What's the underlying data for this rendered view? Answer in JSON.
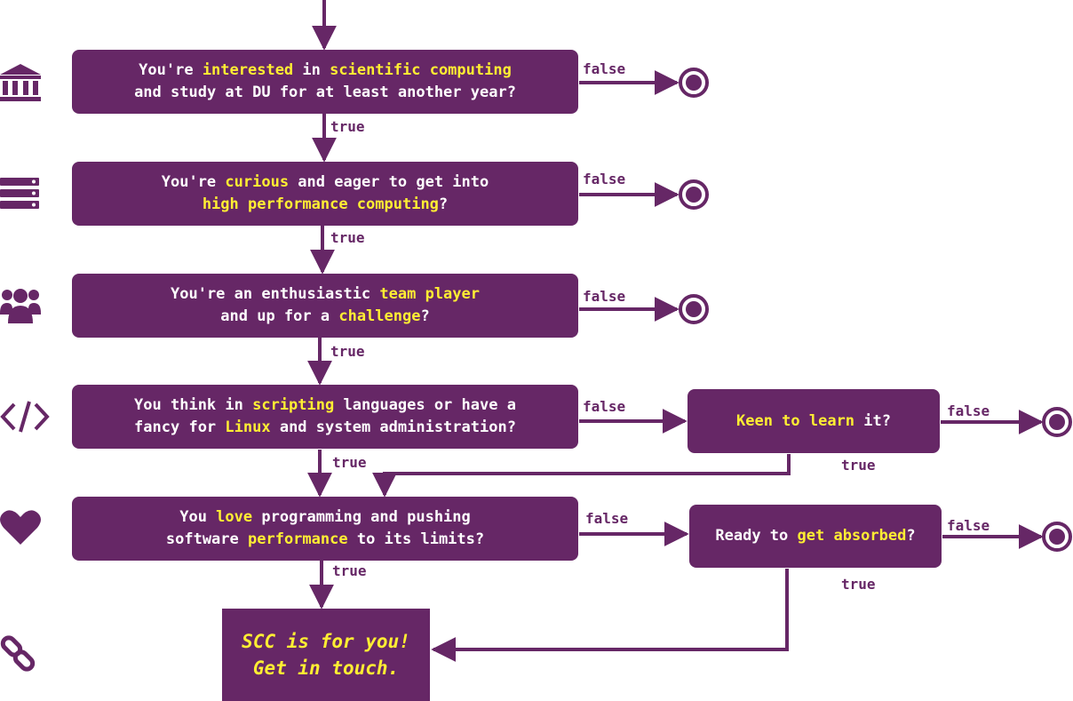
{
  "colors": {
    "node_fill": "#662766",
    "node_text": "#ffffff",
    "highlight": "#ffee33",
    "edge": "#662766"
  },
  "questions": [
    {
      "icon": "bank-icon",
      "lines": [
        [
          {
            "t": "You're "
          },
          {
            "t": "interested",
            "hl": true
          },
          {
            "t": " in "
          },
          {
            "t": "scientific computing",
            "hl": true
          }
        ],
        [
          {
            "t": "and study at DU for at least another year?"
          }
        ]
      ]
    },
    {
      "icon": "server-icon",
      "lines": [
        [
          {
            "t": "You're "
          },
          {
            "t": "curious",
            "hl": true
          },
          {
            "t": " and eager to get into"
          }
        ],
        [
          {
            "t": "high performance computing",
            "hl": true
          },
          {
            "t": "?"
          }
        ]
      ]
    },
    {
      "icon": "users-icon",
      "lines": [
        [
          {
            "t": "You're an enthusiastic "
          },
          {
            "t": "team player",
            "hl": true
          }
        ],
        [
          {
            "t": "and up for a "
          },
          {
            "t": "challenge",
            "hl": true
          },
          {
            "t": "?"
          }
        ]
      ]
    },
    {
      "icon": "code-icon",
      "lines": [
        [
          {
            "t": "You think in "
          },
          {
            "t": "scripting",
            "hl": true
          },
          {
            "t": " languages or have a"
          }
        ],
        [
          {
            "t": "fancy for "
          },
          {
            "t": "Linux",
            "hl": true
          },
          {
            "t": " and system administration?"
          }
        ]
      ]
    },
    {
      "icon": "heart-icon",
      "lines": [
        [
          {
            "t": "You "
          },
          {
            "t": "love",
            "hl": true
          },
          {
            "t": " programming and pushing"
          }
        ],
        [
          {
            "t": "software "
          },
          {
            "t": "performance",
            "hl": true
          },
          {
            "t": " to its limits?"
          }
        ]
      ]
    }
  ],
  "side_questions": [
    {
      "lines": [
        [
          {
            "t": "Keen to learn",
            "hl": true
          },
          {
            "t": " it?"
          }
        ]
      ]
    },
    {
      "lines": [
        [
          {
            "t": "Ready to "
          },
          {
            "t": "get absorbed",
            "hl": true
          },
          {
            "t": "?"
          }
        ]
      ]
    }
  ],
  "final": {
    "icon": "link-icon",
    "line1": "SCC is for you!",
    "line2": "Get in touch."
  },
  "labels": {
    "true": "true",
    "false": "false"
  }
}
